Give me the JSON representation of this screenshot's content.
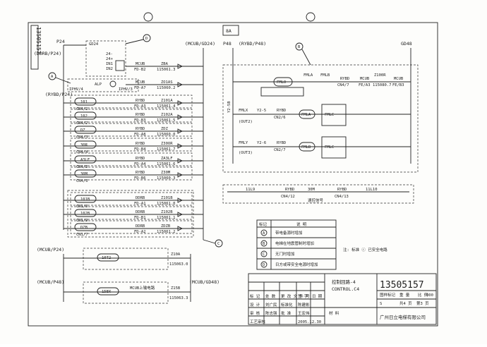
{
  "title_block": {
    "drawing_no": "13505157",
    "drawing_no_vertical": "13505157",
    "title_cn": "控制回路-4",
    "title_en": "CONTROL.C4",
    "company": "广州日立电梯有限公司",
    "page": "共4 页",
    "page_no": "第3 页",
    "date": "2005.12.30",
    "materials_label": "材 料",
    "sheet_code": "000",
    "columns": [
      "标 记",
      "处 数",
      "更 改 文 件 号",
      "签 字",
      "日 期"
    ],
    "roles": [
      "设 计",
      "审 核",
      "工艺审核",
      "标准化",
      "批 准"
    ],
    "signers": [
      "刘广民",
      "陈志强",
      "陈建彬",
      "王宏伟"
    ],
    "scale_row": [
      "图样标记",
      "重 量",
      "比 例"
    ],
    "scale_value": "S"
  },
  "sheet_marker": "8A",
  "buses": {
    "left_top": "P24",
    "ddrb": "(DDRB/P24)",
    "rybd": "(RYBD/P24)",
    "mcub_gd24": "(MCUB/GD24)",
    "mcub_p24": "(MCUB/P24)",
    "mcub_p48": "(MCUB/P48)",
    "mcub_gd48": "(MCUB/GD48)",
    "p48": "P48",
    "rybd_p48": "(RYBD/P48)",
    "gd48": "GD48"
  },
  "callouts": [
    "A",
    "B",
    "C",
    "D"
  ],
  "gd24_box": {
    "label": "GD24",
    "pins": [
      "24-",
      "24+",
      "IN1",
      "IN2"
    ],
    "alp": "ALP",
    "iphu": "IPHV/4",
    "iphu3": "IPHV/3"
  },
  "left_rows": [
    {
      "device": "",
      "conn": "",
      "mcub": "MCUB",
      "pin": "FD-B2",
      "signal": "ZBA",
      "ref": "115061.3"
    },
    {
      "device": "ALP",
      "conn": "IPHV/3",
      "mcub": "MCUB",
      "pin": "FD-A7",
      "signal": "ZO1AS",
      "ref": "115060.2"
    },
    {
      "device": "101",
      "conn": "CN4/1",
      "mcub": "RYBD",
      "pin": "FD-A3",
      "signal": "Z101A",
      "ref": "115061.4"
    },
    {
      "device": "102",
      "conn": "CN4/2",
      "mcub": "RYBD",
      "pin": "FD-B3",
      "signal": "Z102A",
      "ref": "115061.5"
    },
    {
      "device": "DZ",
      "conn": "CN4/3",
      "mcub": "RYBD",
      "pin": "FD-A8",
      "signal": "ZDZ",
      "ref": "115060.0"
    },
    {
      "device": "30R",
      "conn": "CN4/4",
      "mcub": "RYBD",
      "pin": "FD-B4",
      "signal": "Z30OR",
      "ref": "115061.7"
    },
    {
      "device": "A3LF",
      "conn": "CN4/5",
      "mcub": "RYBD",
      "pin": "FD-A4",
      "signal": "ZA3LF",
      "ref": "115061.6"
    },
    {
      "device": "30M",
      "conn": "CN4/6",
      "mcub": "RYBD",
      "pin": "FD-B6",
      "signal": "Z30M",
      "ref": "115060.3"
    },
    {
      "device": "101B",
      "conn": "CN1/6",
      "mcub": "DDRB",
      "pin": "FD-A1",
      "signal": "Z101B",
      "ref": "115061.0"
    },
    {
      "device": "102B",
      "conn": "CN1/9",
      "mcub": "DDRB",
      "pin": "FD-B1",
      "signal": "Z102B",
      "ref": "115061.1"
    },
    {
      "device": "DZB",
      "conn": "CN1/7",
      "mcub": "DDRB",
      "pin": "FD-A2",
      "signal": "ZDZB",
      "ref": "115061.2"
    }
  ],
  "bottom_rows": [
    {
      "device": "10T2",
      "signal": "Z10A",
      "ref": "115063.0",
      "label": ""
    },
    {
      "device": "15BX",
      "signal": "Z15B",
      "ref": "115063.3",
      "label": "MCUB上输电路"
    }
  ],
  "right_circuit": {
    "coil_top": "FMLO",
    "fmla": "FMLA",
    "fmlb": "FMLB",
    "rybd": "RYBD",
    "cn47": "CN4/7",
    "mcub": "MCUB",
    "fe_a3": "FE/A3",
    "z100r": "Z100R",
    "ref": "115080.7",
    "mcub2": "MCUB",
    "fe_b3": "FE/B3",
    "fmlx": "FMLX",
    "out2": "(OUT2)",
    "y25": "Y2-5",
    "rybd2": "RYBD",
    "cn26": "CN2/6",
    "coil_a": "FMLA",
    "coil_c": "FMLC",
    "fmly": "FMLY",
    "out3": "(OUT3)",
    "y26": "Y2-6",
    "rybd3": "RYBD",
    "cn27": "CN2/7",
    "coil_b": "FMLB",
    "coil_c2": "FMLC",
    "vertical_label": "Y2-5B"
  },
  "mid_line": {
    "left": "11L9",
    "rybd": "RYBD",
    "mid": "30M",
    "rybd2": "RYBD",
    "right": "11L10",
    "cn12": "CN4/12",
    "cn13": "CN4/13",
    "note": "速控信号"
  },
  "legend": {
    "head": [
      "标记",
      "说 明"
    ],
    "items": [
      {
        "mark": "A",
        "text": "带电备源时增加"
      },
      {
        "mark": "B",
        "text": "电梯在地震管制时增加"
      },
      {
        "mark": "C",
        "text": "无门时增加"
      },
      {
        "mark": "D",
        "text": "日方或带安全电源时增加"
      }
    ],
    "note": "注: 标准 ⓒ 已安全电路"
  }
}
